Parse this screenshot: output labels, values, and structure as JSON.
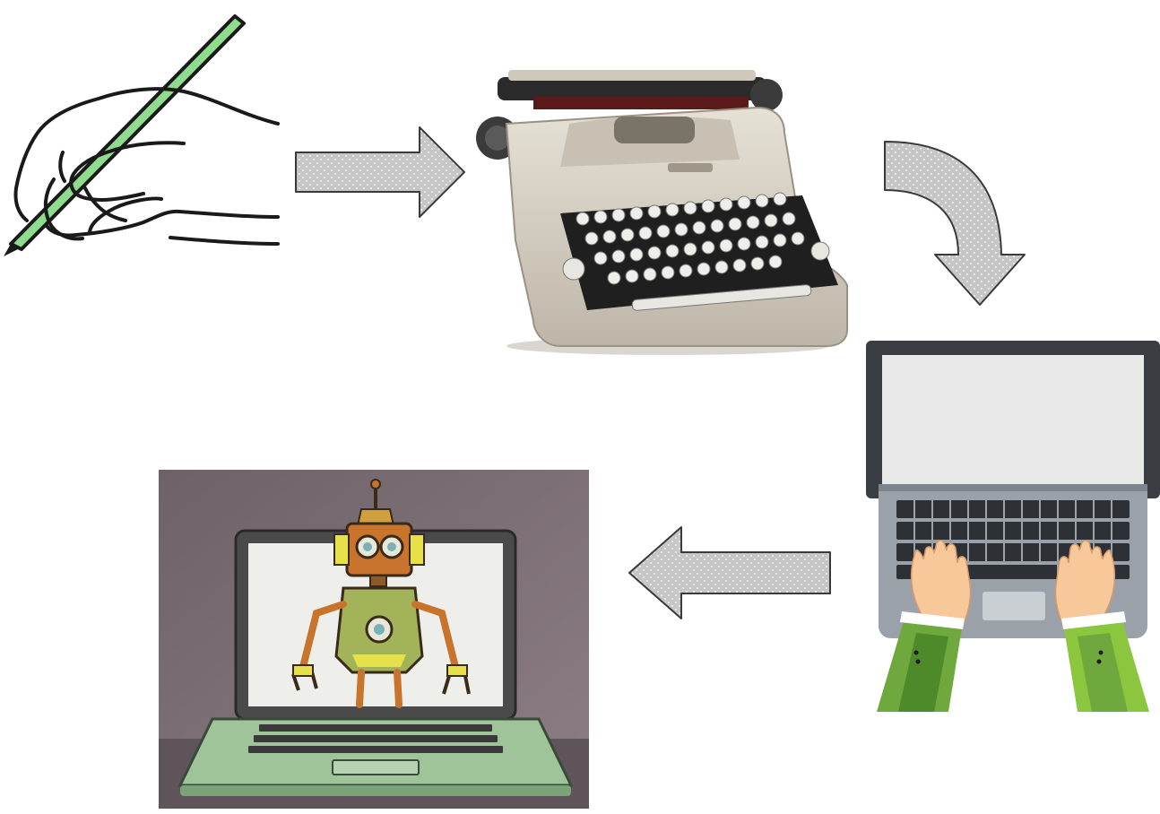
{
  "diagram": {
    "nodes": [
      {
        "id": "pen",
        "icon": "hand-writing-with-pen-icon"
      },
      {
        "id": "typewriter",
        "icon": "typewriter-icon"
      },
      {
        "id": "laptop",
        "icon": "laptop-with-typing-hands-icon"
      },
      {
        "id": "ai",
        "icon": "robot-in-laptop-icon"
      }
    ],
    "edges": [
      {
        "from": "pen",
        "to": "typewriter",
        "direction": "right"
      },
      {
        "from": "typewriter",
        "to": "laptop",
        "direction": "curved-down"
      },
      {
        "from": "laptop",
        "to": "ai",
        "direction": "left"
      }
    ],
    "colors": {
      "pen_green": "#8fdc8f",
      "arrow_fill": "#c8c8c8",
      "typewriter_body": "#d8d2c6",
      "laptop_screen": "#e9e9e9",
      "sleeve_green": "#6fa83c",
      "robot_orange": "#c8742c",
      "ai_laptop_green": "#9fc49a"
    }
  }
}
